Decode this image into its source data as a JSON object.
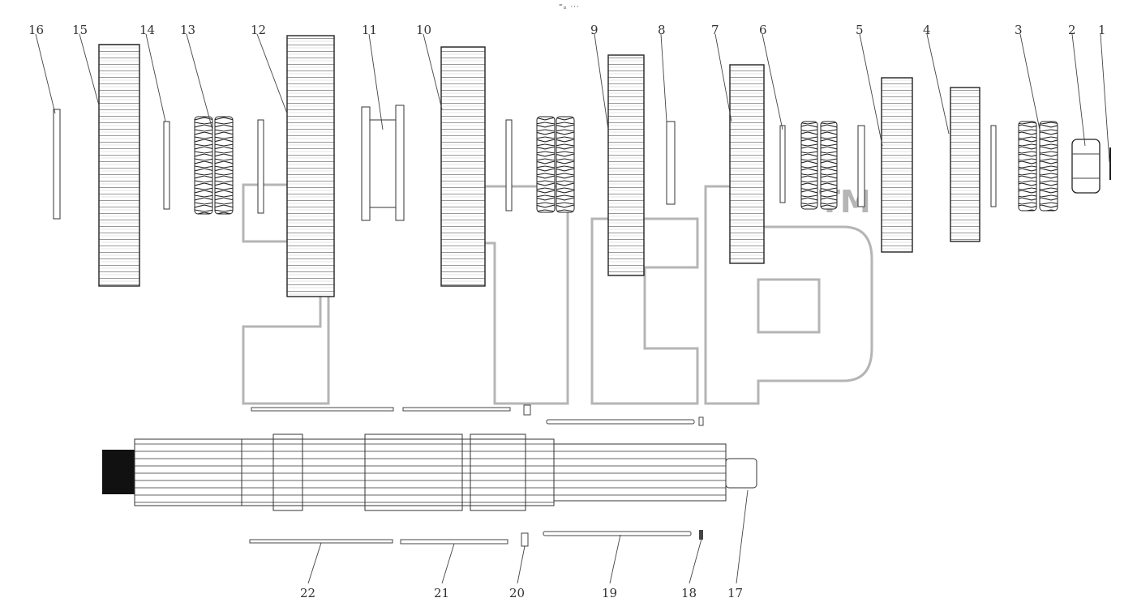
{
  "toolbar_glyph": "⁼ₒ ···",
  "watermark": {
    "text": "ЭТСР",
    "tm": "TM",
    "color": "#b5b5b5"
  },
  "callouts": [
    "1",
    "2",
    "3",
    "4",
    "5",
    "6",
    "7",
    "8",
    "9",
    "10",
    "11",
    "12",
    "13",
    "14",
    "15",
    "16",
    "17",
    "18",
    "19",
    "20",
    "21",
    "22"
  ]
}
